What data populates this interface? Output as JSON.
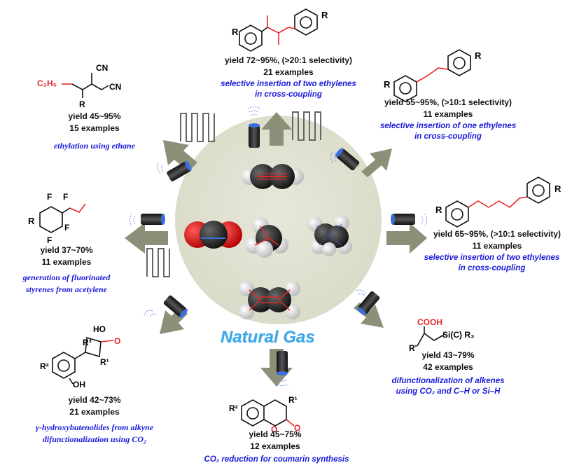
{
  "center": {
    "label": "Natural Gas"
  },
  "top": {
    "yield": "yield 72~95%,  (>20:1 selectivity)",
    "examples": "21 examples",
    "desc1": "selective insertion of two ethylenes",
    "desc2": "in cross-coupling"
  },
  "upper_right": {
    "yield": "yield 55~95%,  (>10:1 selectivity)",
    "examples": "11 examples",
    "desc1": "selective insertion of one ethylenes",
    "desc2": "in cross-coupling"
  },
  "right": {
    "yield": "yield 65~95%,  (>10:1 selectivity)",
    "examples": "11 examples",
    "desc1": "selective insertion of two ethylenes",
    "desc2": "in cross-coupling"
  },
  "lower_right": {
    "yield": "yield 43~79%",
    "examples": "42 examples",
    "desc1": "difunctionalization of alkenes",
    "desc2": "using CO₂ and C–H or Si–H",
    "group": "COOH",
    "si": "Si(C) R₃",
    "r": "R'"
  },
  "bottom": {
    "yield": "yield 45~75%",
    "examples": "12 examples",
    "desc": "CO₂ reduction for coumarin synthesis"
  },
  "lower_left": {
    "yield": "yield 42~73%",
    "examples": "21 examples",
    "desc1": "γ-hydroxybutenolides from alkyne",
    "desc2": "difunctionalization using CO₂"
  },
  "left": {
    "yield": "yield 37~70%",
    "examples": "11 examples",
    "desc1": "generation of fluorinated",
    "desc2": "styrenes from acetylene"
  },
  "upper_left": {
    "yield": "yield 45~95%",
    "examples": "15 examples",
    "desc": "ethylation using ethane",
    "c2h5": "C₂H₅"
  },
  "colors": {
    "arrow": "#8c9079",
    "circle": "#dcdccb",
    "bond_red": "#e8262a",
    "text_blue": "#1a1adb",
    "ng_blue": "#3ea8e6"
  }
}
